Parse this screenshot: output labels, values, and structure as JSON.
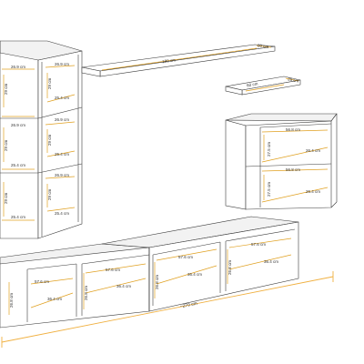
{
  "labels": {
    "shelf_long_length": "180 cm",
    "shelf_long_depth": "20 cm",
    "shelf_short_length": "60 cm",
    "shelf_short_depth": "20 cm",
    "tall_cell_width": "26.9 cm",
    "tall_cell_height": "29 cm",
    "tall_cell_depth": "25.4 cm",
    "small_cabinet_width": "56.8 cm",
    "small_cabinet_height": "27.5 cm",
    "small_cabinet_depth": "26.4 cm",
    "tv_module_width": "57.6 cm",
    "tv_module_height": "26.8 cm",
    "tv_module_depth": "36.4 cm",
    "total_length": "~270 cm"
  },
  "colors": {
    "line": "#3a3a3a",
    "dimension": "#e0a020",
    "background": "#ffffff"
  }
}
